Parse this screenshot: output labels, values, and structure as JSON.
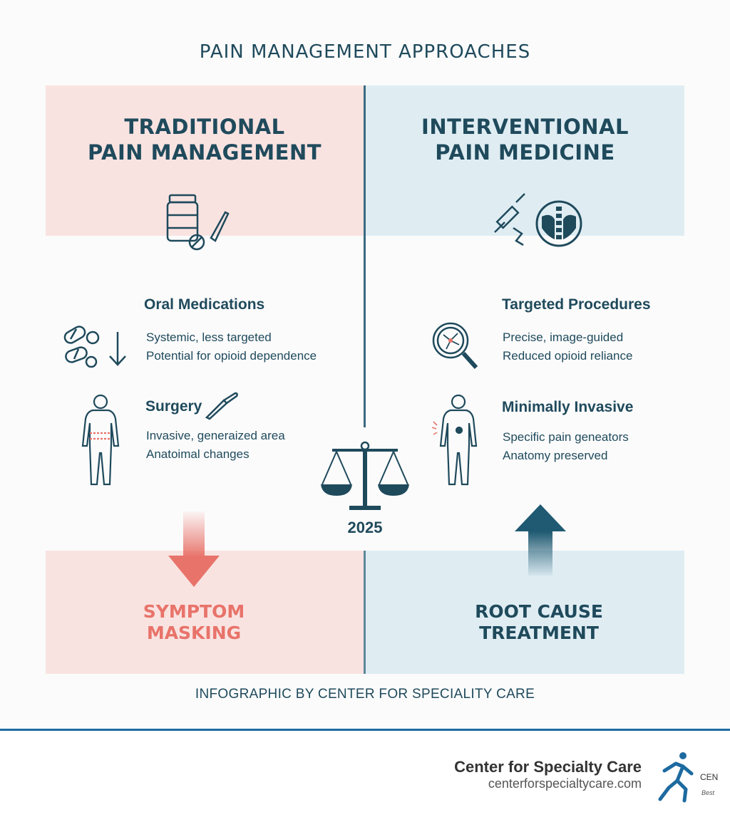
{
  "title": "PAIN MANAGEMENT APPROACHES",
  "left": {
    "heading_line1": "TRADITIONAL",
    "heading_line2": "PAIN MANAGEMENT",
    "items": [
      {
        "title": "Oral Medications",
        "lines": [
          "Systemic, less targeted",
          "Potential for opioid dependence"
        ]
      },
      {
        "title": "Surgery",
        "lines": [
          "Invasive, generaized area",
          "Anatoimal changes"
        ]
      }
    ],
    "outcome_line1": "SYMPTOM",
    "outcome_line2": "MASKING"
  },
  "right": {
    "heading_line1": "INTERVENTIONAL",
    "heading_line2": "PAIN MEDICINE",
    "items": [
      {
        "title": "Targeted Procedures",
        "lines": [
          "Precise, image-guided",
          "Reduced opioid reliance"
        ]
      },
      {
        "title": "Minimally Invasive",
        "lines": [
          "Specific pain geneators",
          "Anatomy preserved"
        ]
      }
    ],
    "outcome_line1": "ROOT CAUSE",
    "outcome_line2": "TREATMENT"
  },
  "year": "2025",
  "credit": "INFOGRAPHIC BY CENTER FOR SPECIALITY CARE",
  "brand": {
    "name": "Center for Specialty Care",
    "url": "centerforspecialtycare.com",
    "logo_text": "CEN",
    "logo_sub": "Best"
  },
  "colors": {
    "navy": "#1f4a5c",
    "pink_panel": "#f9e3e1",
    "blue_panel": "#dfedf3",
    "red_accent": "#e8736a",
    "footer_blue": "#1d6aa0"
  },
  "icons": [
    "pill-bottle-icon",
    "scalpel-icon",
    "syringe-icon",
    "spine-icon",
    "pills-icon",
    "down-arrow-icon",
    "magnifier-icon",
    "body-icon",
    "scale-icon"
  ]
}
